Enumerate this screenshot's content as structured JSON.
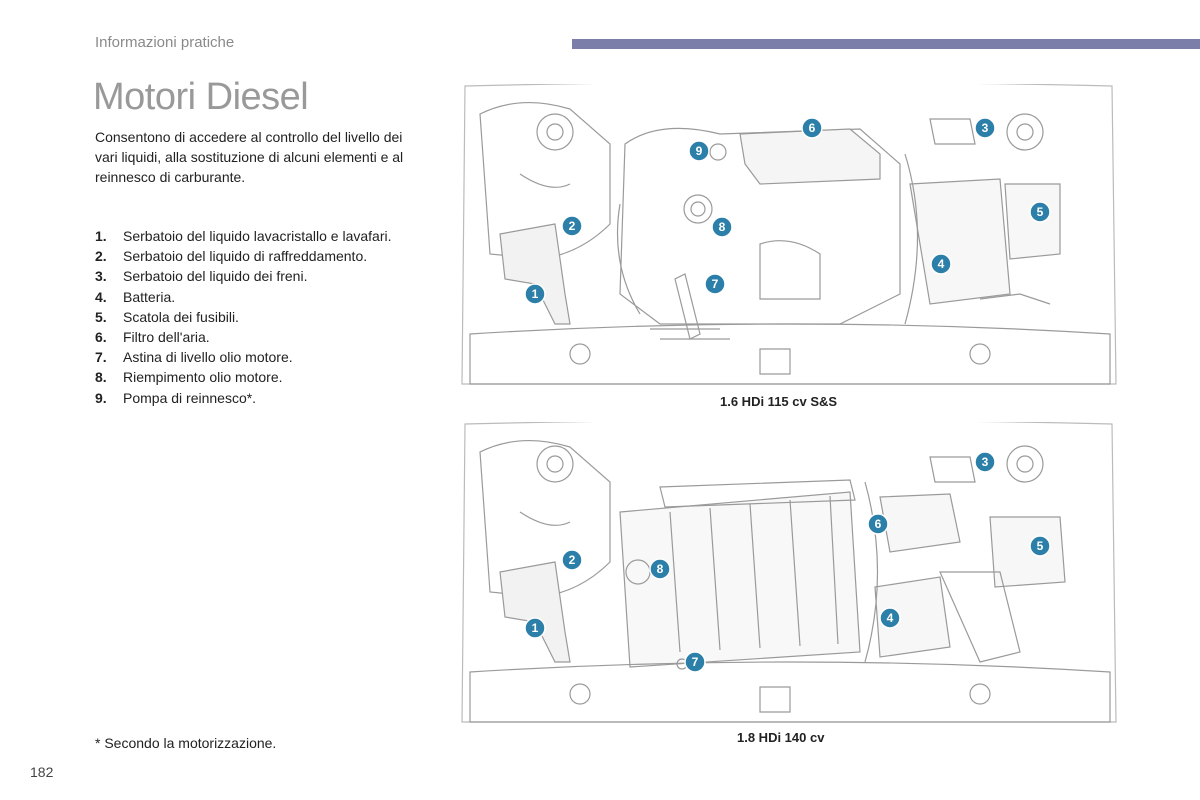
{
  "header": {
    "section": "Informazioni pratiche"
  },
  "title": "Motori Diesel",
  "intro": "Consentono di accedere al controllo del livello dei vari liquidi, alla sostituzione di alcuni elementi e al reinnesco di carburante.",
  "legend": [
    {
      "num": "1.",
      "text": "Serbatoio del liquido lavacristallo e lavafari."
    },
    {
      "num": "2.",
      "text": "Serbatoio del liquido di raffreddamento."
    },
    {
      "num": "3.",
      "text": "Serbatoio del liquido dei freni."
    },
    {
      "num": "4.",
      "text": "Batteria."
    },
    {
      "num": "5.",
      "text": "Scatola dei fusibili."
    },
    {
      "num": "6.",
      "text": "Filtro dell'aria."
    },
    {
      "num": "7.",
      "text": "Astina di livello olio motore."
    },
    {
      "num": "8.",
      "text": "Riempimento olio motore."
    },
    {
      "num": "9.",
      "text": "Pompa di reinnesco*."
    }
  ],
  "footnote": "* Secondo la motorizzazione.",
  "page_number": "182",
  "diagrams": [
    {
      "caption": "1.6 HDi 115 cv S&S",
      "markers": [
        "1",
        "2",
        "3",
        "4",
        "5",
        "6",
        "7",
        "8",
        "9"
      ]
    },
    {
      "caption": "1.8 HDi 140 cv",
      "markers": [
        "1",
        "2",
        "3",
        "4",
        "5",
        "6",
        "7",
        "8"
      ]
    }
  ],
  "colors": {
    "accent_bar": "#7a7ea8",
    "marker": "#2b7fa8",
    "title": "#999999"
  }
}
